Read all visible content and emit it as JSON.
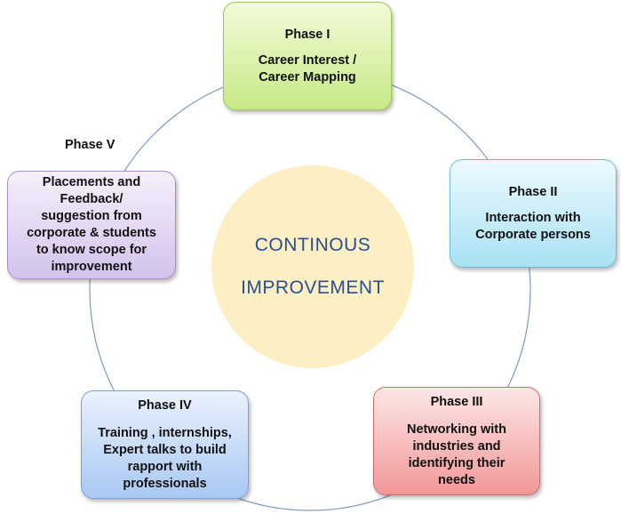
{
  "center": {
    "line1": "CONTINOUS",
    "line2": "IMPROVEMENT"
  },
  "phases": [
    {
      "title": "Phase I",
      "lines": [
        "Career Interest /",
        "Career Mapping"
      ]
    },
    {
      "title": "Phase II",
      "lines": [
        "Interaction with",
        "Corporate persons"
      ]
    },
    {
      "title": "Phase III",
      "lines": [
        "Networking with",
        "industries and",
        "identifying their",
        "needs"
      ]
    },
    {
      "title": "Phase IV",
      "lines": [
        "Training , internships,",
        "Expert talks to build",
        "rapport with",
        "professionals"
      ]
    },
    {
      "title": "Phase V",
      "lines": [
        "Placements and",
        "Feedback/",
        "suggestion from",
        "corporate & students",
        "to know scope for",
        "improvement"
      ]
    }
  ],
  "colors": {
    "ring": "#7f97c2",
    "center_fill": "#fdefc4",
    "center_text": "#2b4f8c"
  }
}
